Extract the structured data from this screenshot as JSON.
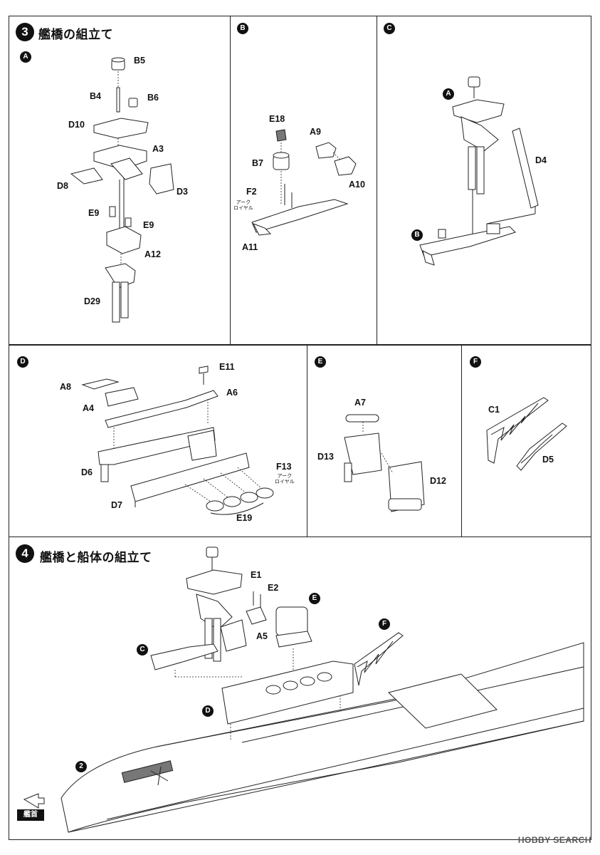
{
  "step3": {
    "number": "3",
    "title": "艦橋の組立て",
    "panelA": {
      "badge": "A",
      "labels": {
        "b5": "B5",
        "b4": "B4",
        "b6": "B6",
        "d10": "D10",
        "a3": "A3",
        "d8": "D8",
        "d3": "D3",
        "e9a": "E9",
        "e9b": "E9",
        "a12": "A12",
        "d29": "D29"
      }
    },
    "panelB": {
      "badge": "B",
      "labels": {
        "e18": "E18",
        "a9": "A9",
        "b7": "B7",
        "a10": "A10",
        "f2": "F2",
        "a11": "A11"
      },
      "note": "アーク\nロイヤル"
    },
    "panelC": {
      "badge": "C",
      "labels": {
        "d4": "D4"
      },
      "sub_badges": {
        "a": "A",
        "b": "B"
      }
    },
    "panelD": {
      "badge": "D",
      "labels": {
        "e11": "E11",
        "a8": "A8",
        "a6": "A6",
        "a4": "A4",
        "d6": "D6",
        "f13": "F13",
        "d7": "D7",
        "e19": "E19"
      },
      "note": "アーク\nロイヤル"
    },
    "panelE": {
      "badge": "E",
      "labels": {
        "a7": "A7",
        "d13": "D13",
        "d12": "D12"
      }
    },
    "panelF": {
      "badge": "F",
      "labels": {
        "c1": "C1",
        "d5": "D5"
      }
    }
  },
  "step4": {
    "number": "4",
    "title": "艦橋と船体の組立て",
    "labels": {
      "e1": "E1",
      "e2": "E2",
      "a5": "A5"
    },
    "sub_badges": {
      "e": "E",
      "f": "F",
      "c": "C",
      "d": "D",
      "two": "2"
    },
    "bow_tag": "艦首"
  },
  "watermark": "HOBBY SEARCH"
}
